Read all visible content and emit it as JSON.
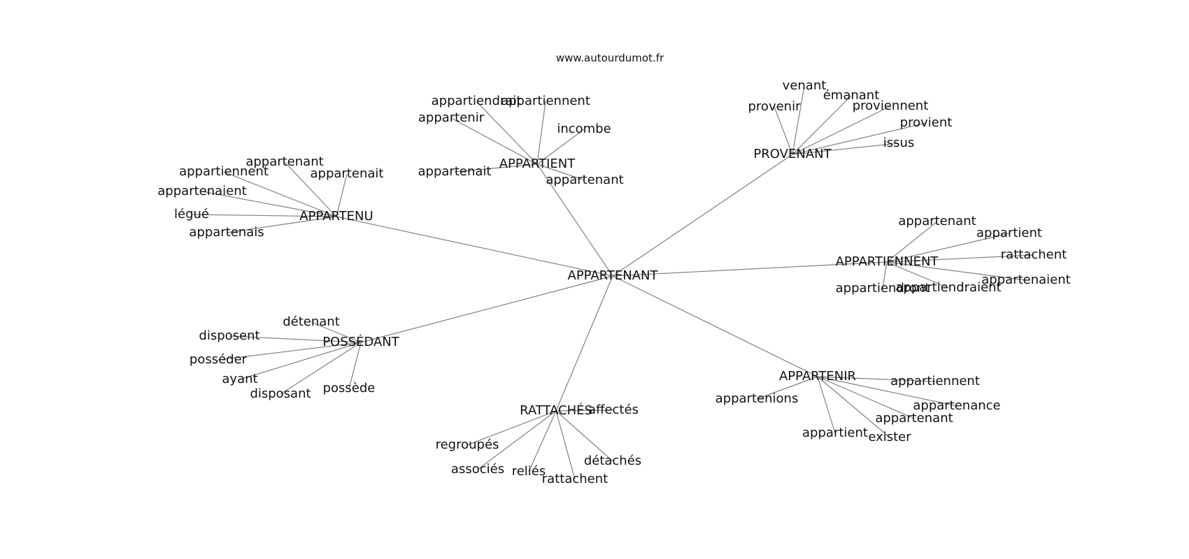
{
  "source": "www.autourdumot.fr",
  "edge_color": "#808080",
  "text_color": "#111111",
  "center": "APPARTENANT",
  "hubs": [
    {
      "label": "APPARTENU",
      "leaves": [
        "appartenant",
        "appartiennent",
        "appartenait",
        "appartenaient",
        "légué",
        "appartenais"
      ]
    },
    {
      "label": "APPARTIENT",
      "leaves": [
        "appartiendrait",
        "appartiennent",
        "appartenir",
        "incombe",
        "appartenait",
        "appartenant"
      ]
    },
    {
      "label": "PROVENANT",
      "leaves": [
        "venant",
        "émanant",
        "provenir",
        "proviennent",
        "provient",
        "issus"
      ]
    },
    {
      "label": "APPARTIENNENT",
      "leaves": [
        "appartenant",
        "appartient",
        "rattachent",
        "appartenaient",
        "appartiendront",
        "appartiendraient"
      ]
    },
    {
      "label": "POSSÉDANT",
      "leaves": [
        "détenant",
        "disposent",
        "posséder",
        "ayant",
        "disposant",
        "possède"
      ]
    },
    {
      "label": "RATTACHÉS",
      "leaves": [
        "affectés",
        "regroupés",
        "associés",
        "reliés",
        "rattachent",
        "détachés"
      ]
    },
    {
      "label": "APPARTENIR",
      "leaves": [
        "appartiennent",
        "appartenions",
        "appartenance",
        "appartenant",
        "appartient",
        "exister"
      ]
    }
  ]
}
